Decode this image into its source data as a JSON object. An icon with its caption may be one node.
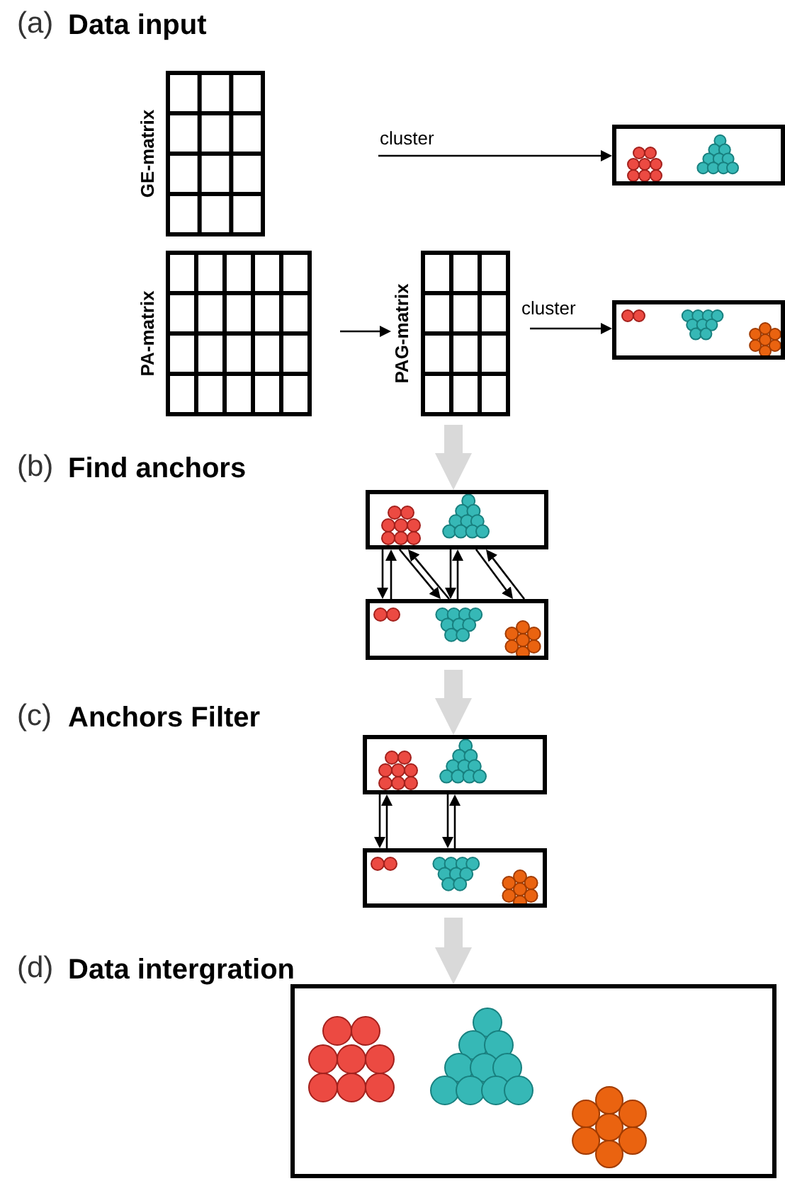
{
  "diagram": {
    "nodes": [
      {
        "text": [
          "GE-matrix"
        ]
      },
      {
        "text": [
          "PA-matrix"
        ]
      },
      {
        "text": [
          "PAG-matrix"
        ]
      },
      {
        "text": [],
        "shape": "box"
      },
      {
        "text": [],
        "shape": "box"
      },
      {
        "text": [],
        "shape": "box"
      },
      {
        "text": [],
        "shape": "box"
      },
      {
        "text": [],
        "shape": "box"
      },
      {
        "text": [],
        "shape": "box"
      },
      {
        "text": [],
        "shape": "box"
      }
    ],
    "edges": [
      {
        "from": null,
        "to": 3,
        "arrow": "to",
        "label": "cluster"
      },
      {
        "from": 1,
        "to": 2,
        "arrow": "to"
      },
      {
        "from": 2,
        "to": 4,
        "arrow": "to",
        "label": "cluster"
      },
      {
        "from": 2,
        "to": 5,
        "arrow": "to",
        "style": "thick",
        "color": "#d9d9d9"
      },
      {
        "from": 5,
        "to": 6,
        "arrow": "to"
      },
      {
        "from": 6,
        "to": 5,
        "arrow": "to"
      },
      {
        "from": 5,
        "to": 6,
        "arrow": "to"
      },
      {
        "from": 6,
        "to": 5,
        "arrow": "to"
      },
      {
        "from": 5,
        "to": 6,
        "arrow": "to"
      },
      {
        "from": 6,
        "to": 5,
        "arrow": "to"
      },
      {
        "from": 5,
        "to": 6,
        "arrow": "to"
      },
      {
        "from": 6,
        "to": 5,
        "arrow": "to"
      },
      {
        "from": 6,
        "to": 7,
        "arrow": "to",
        "style": "thick",
        "color": "#d9d9d9"
      },
      {
        "from": 7,
        "to": 8,
        "arrow": "to"
      },
      {
        "from": 8,
        "to": 7,
        "arrow": "to"
      },
      {
        "from": 7,
        "to": 8,
        "arrow": "to"
      },
      {
        "from": 8,
        "to": 7,
        "arrow": "to"
      },
      {
        "from": 8,
        "to": 9,
        "arrow": "to",
        "style": "thick",
        "color": "#d9d9d9"
      }
    ],
    "labels": [
      "(a)",
      "Data input",
      "(b)",
      "Find anchors",
      "(c)",
      "Anchors Filter",
      "(d)",
      "Data intergration"
    ]
  }
}
